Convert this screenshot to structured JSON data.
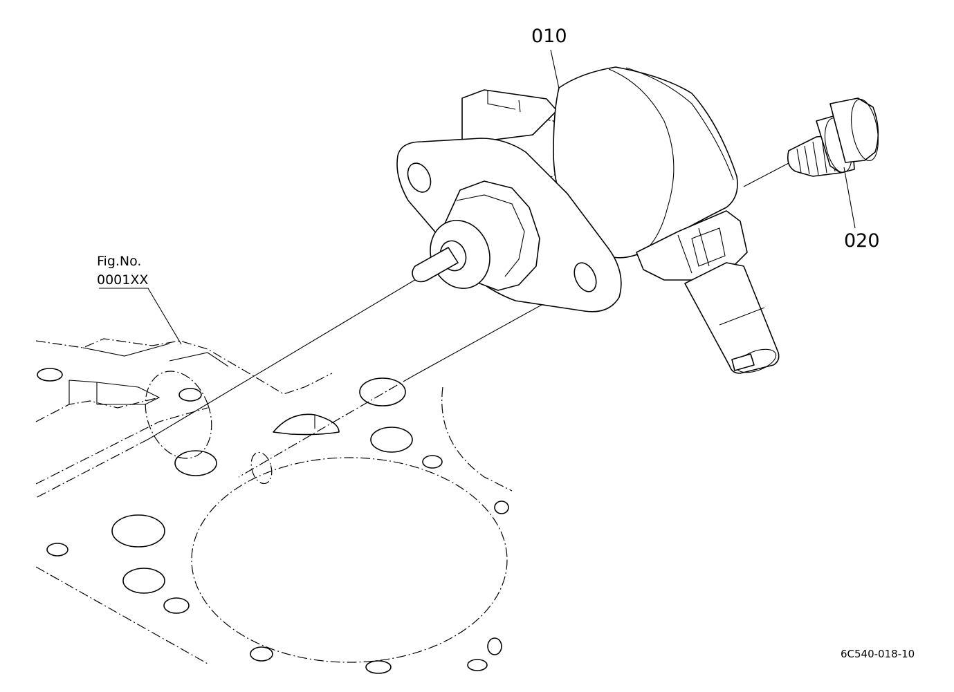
{
  "parts": [
    {
      "number": "010"
    },
    {
      "number": "020"
    }
  ],
  "figure_reference": {
    "prefix": "Fig.No.",
    "number": "0001XX"
  },
  "drawing_code": "6C540-018-10",
  "colors": {
    "line": "#000000",
    "background": "#ffffff"
  }
}
